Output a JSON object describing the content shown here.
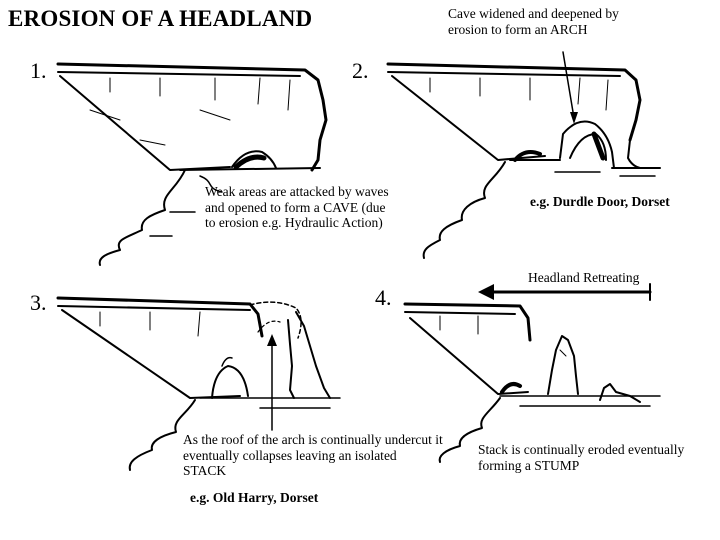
{
  "title": "EROSION OF A HEADLAND",
  "stages": [
    {
      "number": "1.",
      "caption": "Weak areas are attacked by waves and opened to form a CAVE (due to erosion e.g. Hydraulic Action)"
    },
    {
      "number": "2.",
      "caption": "Cave widened and deepened by erosion to form an ARCH",
      "example": "e.g. Durdle Door, Dorset"
    },
    {
      "number": "3.",
      "caption": "As the roof of the arch is continually undercut it eventually collapses leaving an isolated STACK",
      "example": "e.g. Old Harry, Dorset"
    },
    {
      "number": "4.",
      "caption": "Stack is continually eroded eventually forming a STUMP",
      "arrow_label": "Headland Retreating"
    }
  ]
}
